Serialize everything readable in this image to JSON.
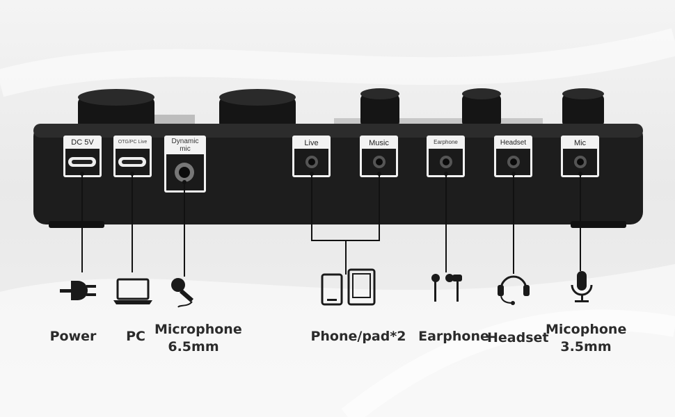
{
  "ports": {
    "dc5v": "DC 5V",
    "otg": "OTG/PC Live",
    "dynamic_mic": "Dynamic mic",
    "live": "Live",
    "music": "Music",
    "earphone": "Earphone",
    "headset": "Headset",
    "mic": "Mic"
  },
  "captions": {
    "power": "Power",
    "pc": "PC",
    "microphone_65_line1": "Microphone",
    "microphone_65_line2": "6.5mm",
    "phone_pad": "Phone/pad*2",
    "earphone": "Earphone",
    "headset": "Headset",
    "micophone_35_line1": "Micophone",
    "micophone_35_line2": "3.5mm"
  },
  "icons": [
    "power-plug-icon",
    "laptop-icon",
    "handheld-microphone-icon",
    "phone-icon",
    "tablet-icon",
    "earphones-icon",
    "headset-icon",
    "desk-microphone-icon"
  ],
  "colors": {
    "device_body": "#1c1c1c",
    "port_plate": "#f2f2f2",
    "caption_text": "#2b2b2b",
    "line": "#111111"
  }
}
